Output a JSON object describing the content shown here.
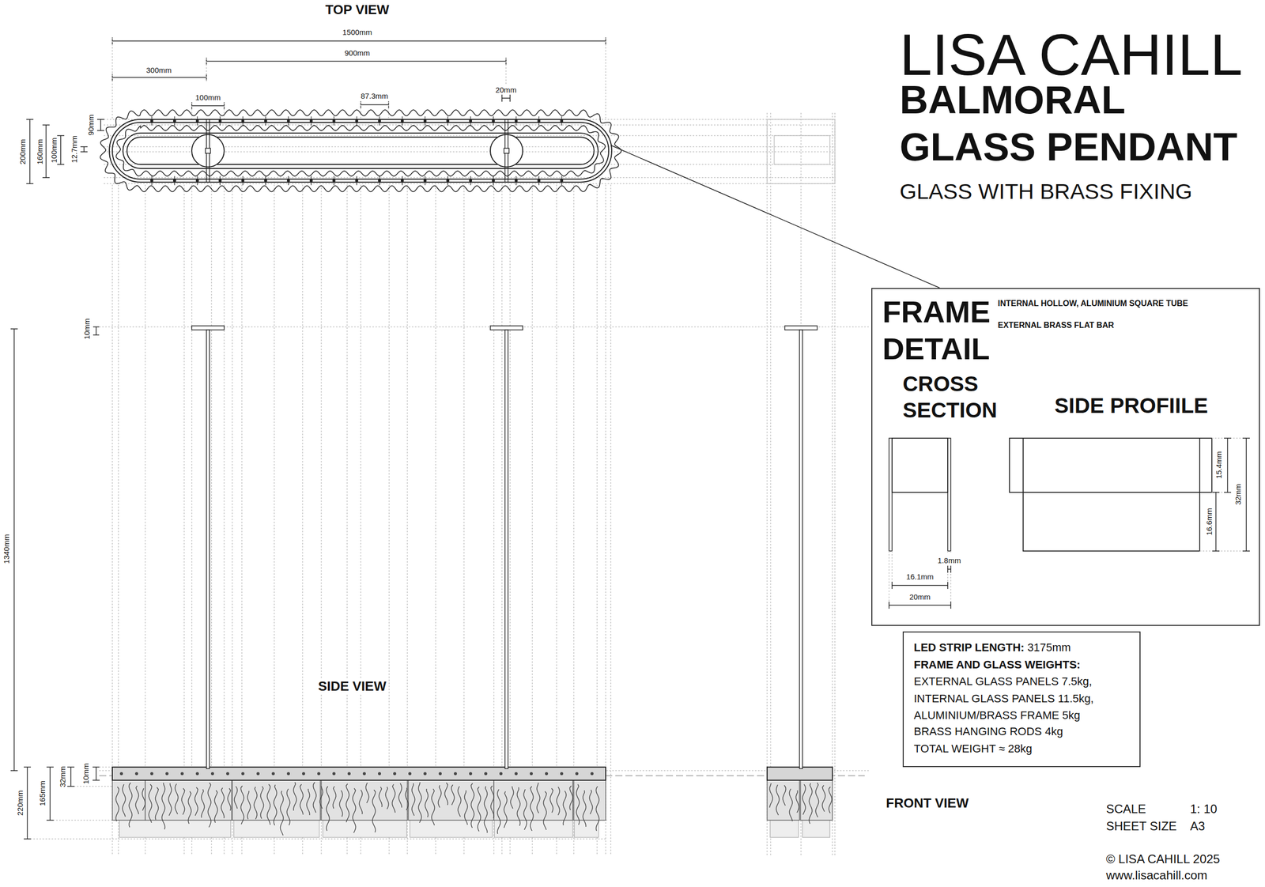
{
  "diagram": {
    "title": "BALMORAL GLASS PENDANT",
    "nodes": [
      {
        "text": [
          "FRAME DETAIL",
          "INTERNAL HOLLOW, ALUMINIUM SQUARE TUBE",
          "EXTERNAL BRASS FLAT BAR",
          "CROSS SECTION",
          "SIDE PROFIILE",
          "15.4mm",
          "32mm",
          "16.6mm",
          "1.8mm",
          "16.1mm",
          "20mm"
        ]
      },
      {
        "text": [
          "LED STRIP LENGTH: 3175mm",
          "FRAME AND GLASS WEIGHTS:",
          "EXTERNAL GLASS PANELS 7.5kg,",
          "INTERNAL GLASS PANELS 11.5kg,",
          "ALUMINIUM/BRASS FRAME 5kg",
          "BRASS HANGING RODS 4kg",
          "TOTAL WEIGHT ≈ 28kg"
        ]
      }
    ],
    "labels": [
      "LISA CAHILL",
      "GLASS WITH BRASS FIXING",
      "TOP VIEW",
      "1500mm",
      "900mm",
      "300mm",
      "100mm",
      "87.3mm",
      "20mm",
      "200mm",
      "160mm",
      "100mm",
      "12.7mm",
      "90mm",
      "10mm",
      "1340mm",
      "SIDE VIEW",
      "220mm",
      "165mm",
      "32mm",
      "10mm",
      "FRONT VIEW",
      "SCALE",
      "1: 10",
      "SHEET SIZE",
      "A3",
      "© LISA CAHILL 2025",
      "www.lisacahill.com"
    ]
  }
}
